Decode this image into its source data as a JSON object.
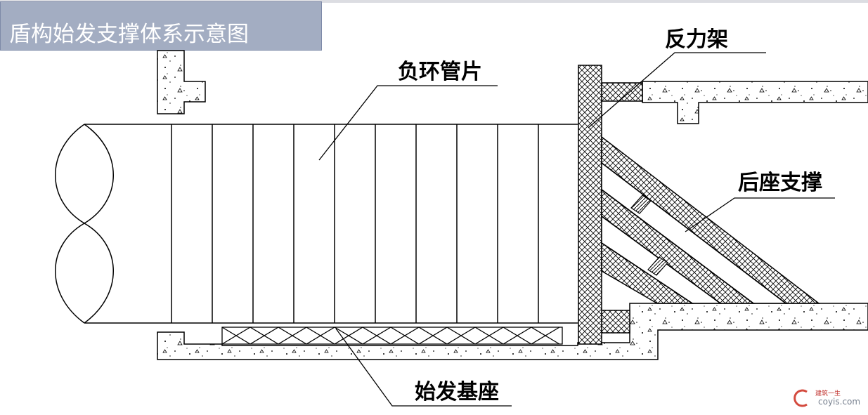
{
  "title": "盾构始发支撑体系示意图",
  "labels": {
    "segments": "负环管片",
    "reaction_frame": "反力架",
    "rear_support": "后座支撑",
    "launch_base": "始发基座"
  },
  "watermark": {
    "site": "coyis.com",
    "cn": "建筑一生"
  },
  "colors": {
    "title_bg": "#a3adc2",
    "title_text": "#ffffff",
    "line": "#000000"
  }
}
